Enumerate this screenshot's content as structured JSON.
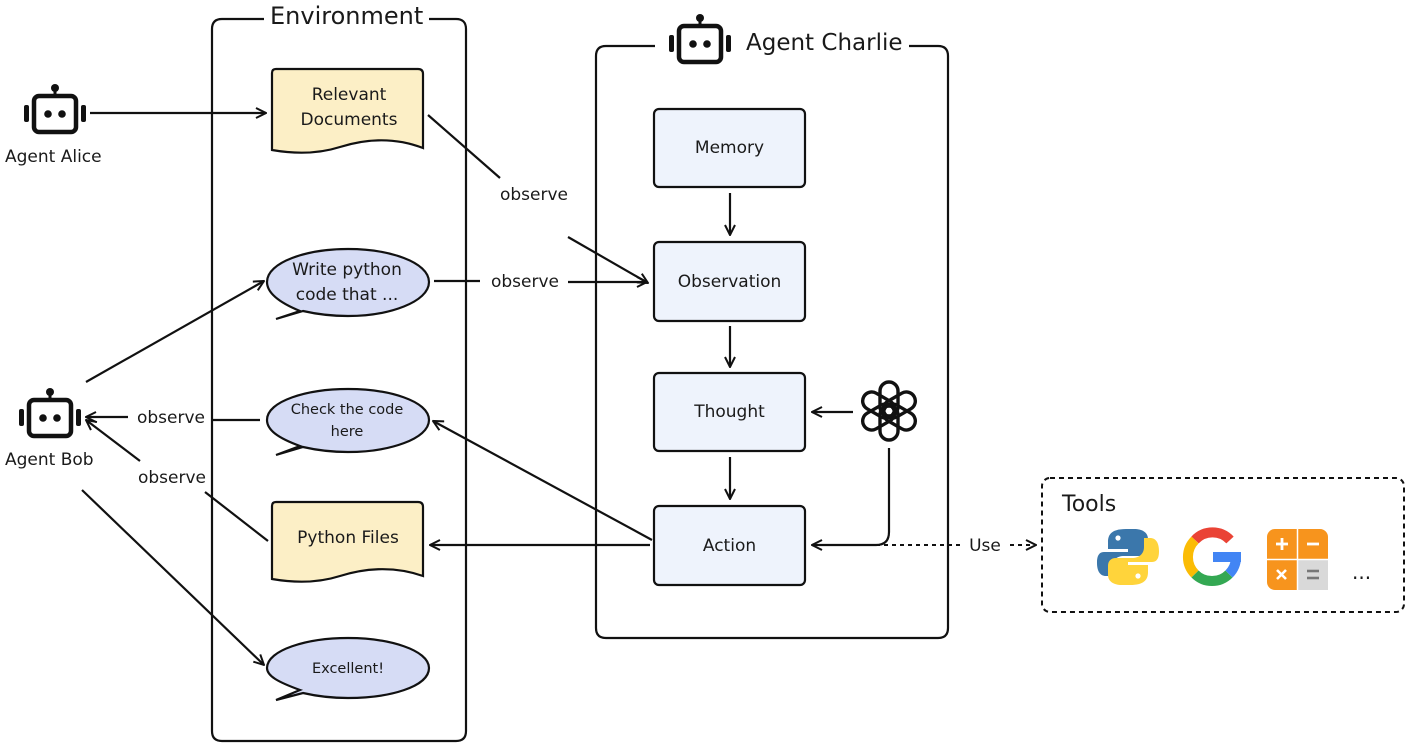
{
  "environment": {
    "title": "Environment",
    "items": {
      "relevant_documents": "Relevant Documents",
      "write_python": "Write python code that ...",
      "check_code": "Check the code here",
      "python_files": "Python Files",
      "excellent": "Excellent!"
    }
  },
  "agents": {
    "alice": "Agent Alice",
    "bob": "Agent Bob",
    "charlie": "Agent Charlie"
  },
  "charlie_modules": {
    "memory": "Memory",
    "observation": "Observation",
    "thought": "Thought",
    "action": "Action"
  },
  "edge_labels": {
    "observe_docs": "observe",
    "observe_write": "observe",
    "observe_check": "observe",
    "observe_files": "observe",
    "use": "Use"
  },
  "tools": {
    "title": "Tools",
    "ellipsis": "...",
    "icons": [
      "python-logo-icon",
      "google-logo-icon",
      "calculator-icon"
    ]
  },
  "colors": {
    "document_fill": "#fcefc6",
    "bubble_fill": "#d6dcf5",
    "module_fill": "#eef3fc",
    "stroke": "#111111",
    "python_blue": "#3b77ab",
    "python_yellow": "#ffd43b",
    "calc_orange": "#f7941d",
    "calc_gray": "#d9d9d9"
  }
}
